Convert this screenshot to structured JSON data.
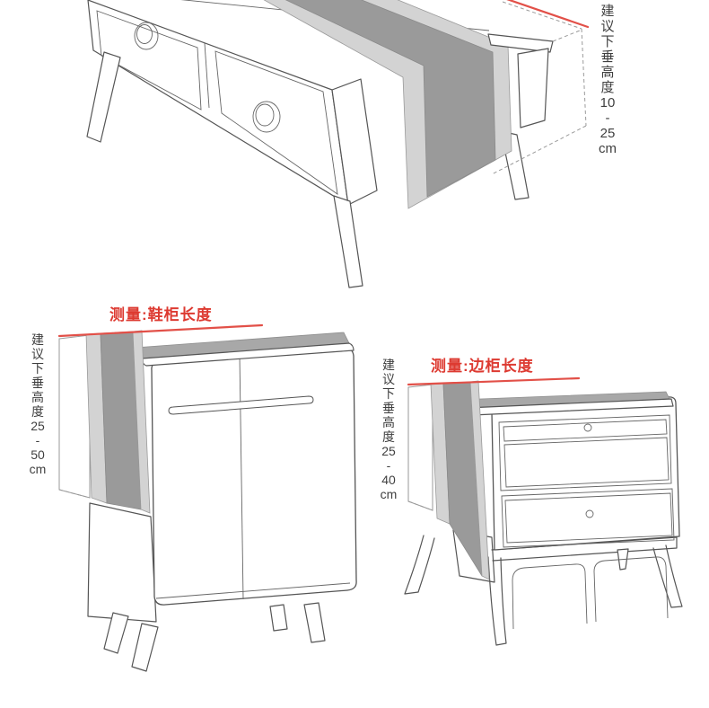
{
  "page": {
    "background": "#ffffff"
  },
  "palette": {
    "outline": "#555555",
    "label_red": "#dd3a31",
    "measure_line_red": "#e25048",
    "runner_light_gray": "#d3d3d3",
    "runner_dark_gray": "#9a9a9a",
    "runner_top_gray": "#a8a8a8"
  },
  "tv_stand": {
    "drape_note": "建\n议\n下\n垂\n高\n度\n10\n-\n25\ncm"
  },
  "shoe_cabinet": {
    "measure_label": "测量:鞋柜长度",
    "drape_note": "建\n议\n下\n垂\n高\n度\n25\n-\n50\ncm"
  },
  "side_cabinet": {
    "measure_label": "测量:边柜长度",
    "drape_note": "建\n议\n下\n垂\n高\n度\n25\n-\n40\ncm"
  }
}
